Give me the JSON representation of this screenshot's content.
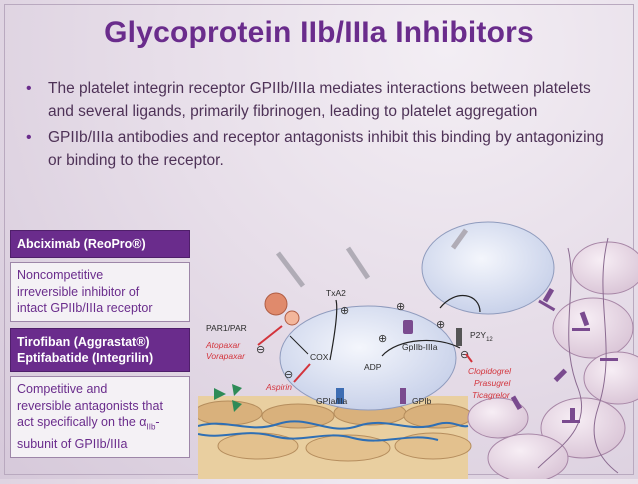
{
  "slide": {
    "title": "Glycoprotein IIb/IIIa Inhibitors",
    "bullets": [
      "The platelet integrin receptor GPIIb/IIIa mediates interactions between platelets and several ligands, primarily fibrinogen, leading to platelet aggregation",
      "GPIIb/IIIa antibodies and receptor antagonists inhibit this binding by antagonizing or binding to the receptor."
    ]
  },
  "drugs": [
    {
      "head": "Abciximab (ReoPro®)",
      "desc": [
        "Noncompetitive",
        "irreversible inhibitor of",
        "intact  GPIIb/IIIa receptor"
      ]
    },
    {
      "head": [
        "Tirofiban (Aggrastat®)",
        "Eptifabatide (Integrilin)"
      ],
      "desc": [
        "Competitive and",
        "reversible antagonists that",
        "act specifically on the α",
        "IIb",
        "-",
        "subunit of GPIIb/IIIa"
      ]
    }
  ],
  "diagram": {
    "labels": {
      "par": "PAR1/PAR",
      "atopaxar": "Atopaxar",
      "vorapaxar": "Vorapaxar",
      "txa2": "TxA2",
      "cox": "COX",
      "adp": "ADP",
      "aspirin": "Aspirin",
      "gp2b3a": "GpIIb-IIIa",
      "p2y12": "P2Y",
      "p2y12_sub": "12",
      "clopidogrel": "Clopidogrel",
      "prasugrel": "Prasugrel",
      "ticagrelor": "Ticagrelor",
      "gp1a2a": "GPIa/IIa",
      "gp1b": "GPIb",
      "plus": "⊕",
      "minus": "⊖"
    },
    "colors": {
      "accent": "#6a2c8c",
      "inhibitor_text": "#d3343c",
      "platelet": "#dde3f4"
    }
  }
}
